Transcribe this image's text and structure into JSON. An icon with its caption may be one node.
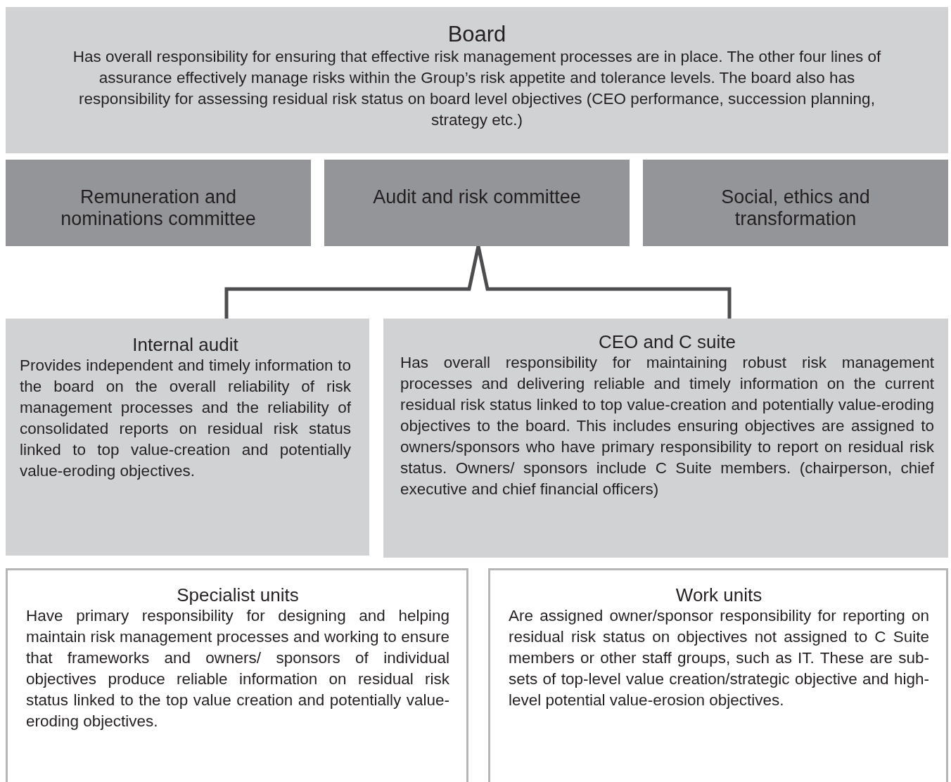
{
  "diagram": {
    "nodes": [
      {
        "text": [
          "Board",
          "Has overall responsibility for ensuring that effective risk management processes are in place. The other four lines of assurance effectively manage risks within the Group’s risk appetite and tolerance levels. The board also has responsibility for assessing residual risk status on board level objectives (CEO performance, succession planning, strategy etc.)"
        ]
      },
      {
        "text": [
          "Remuneration and nominations committee"
        ]
      },
      {
        "text": [
          "Audit and risk committee"
        ]
      },
      {
        "text": [
          "Social, ethics and transformation"
        ]
      },
      {
        "text": [
          "Internal audit",
          "Provides independent and timely information to the board on the overall reliability of risk management processes and the reliability of consolidated reports on residual risk status linked to top value-creation and potentially value-eroding objectives."
        ]
      },
      {
        "text": [
          "CEO and C suite",
          "Has overall responsibility for maintaining robust risk management processes and delivering reliable and timely information on the current residual risk status linked to top value-creation and potentially value-eroding objectives to the board. This includes ensuring objectives are assigned to owners/sponsors who have primary responsibility to report on residual risk status. Owners/ sponsors include C Suite members. (chairperson, chief executive and chief financial officers)"
        ]
      },
      {
        "text": [
          "Specialist units",
          "Have primary responsibility for designing and helping maintain risk management processes and working to ensure that frameworks and owners/ sponsors of individual objectives produce reliable information on residual risk status linked to the top value creation and potentially value-eroding objectives."
        ]
      },
      {
        "text": [
          "Work units",
          "Are assigned owner/sponsor responsibility for reporting on residual risk status on objectives not assigned to C Suite members or other staff groups, such as IT. These are  sub-sets of top-level value creation/strategic objective and high-level potential value-erosion objectives."
        ]
      }
    ],
    "edges": [
      {
        "from": 2,
        "to": 4,
        "arrow": "none"
      },
      {
        "from": 2,
        "to": 5,
        "arrow": "none"
      }
    ]
  }
}
